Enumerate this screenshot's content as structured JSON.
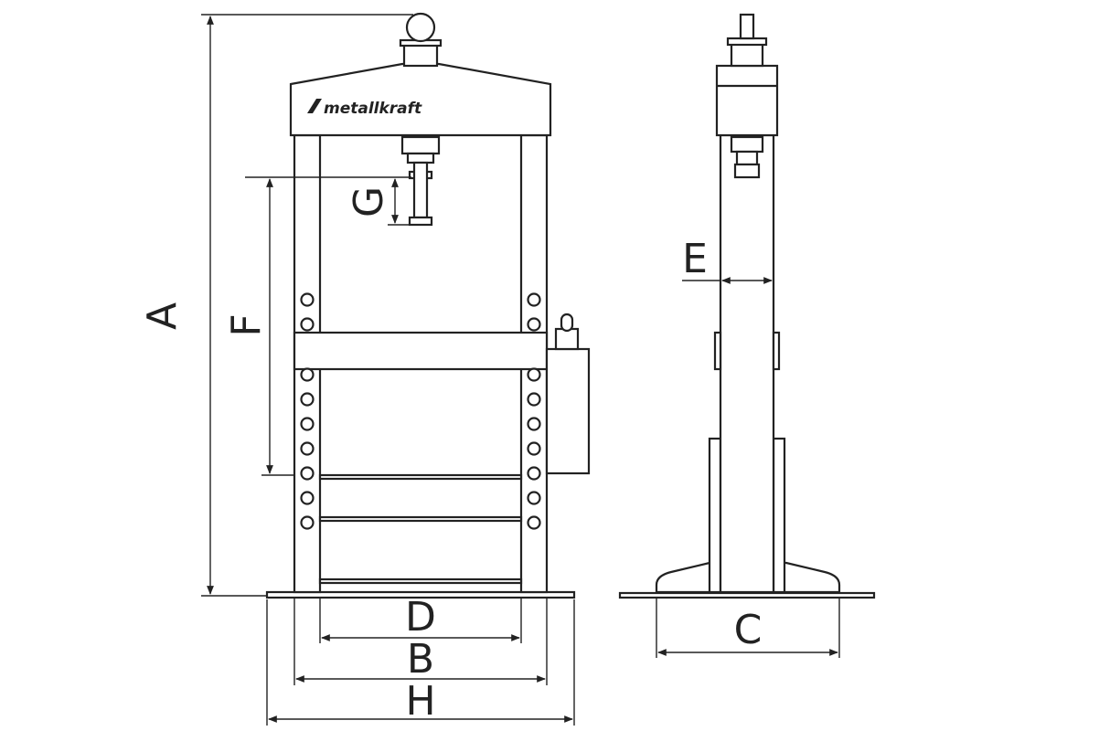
{
  "brand": {
    "logo_text": "metallkraft"
  },
  "dimensions": {
    "A": "A",
    "B": "B",
    "C": "C",
    "D": "D",
    "E": "E",
    "F": "F",
    "G": "G",
    "H": "H"
  },
  "colors": {
    "line": "#222222",
    "background": "#ffffff"
  }
}
